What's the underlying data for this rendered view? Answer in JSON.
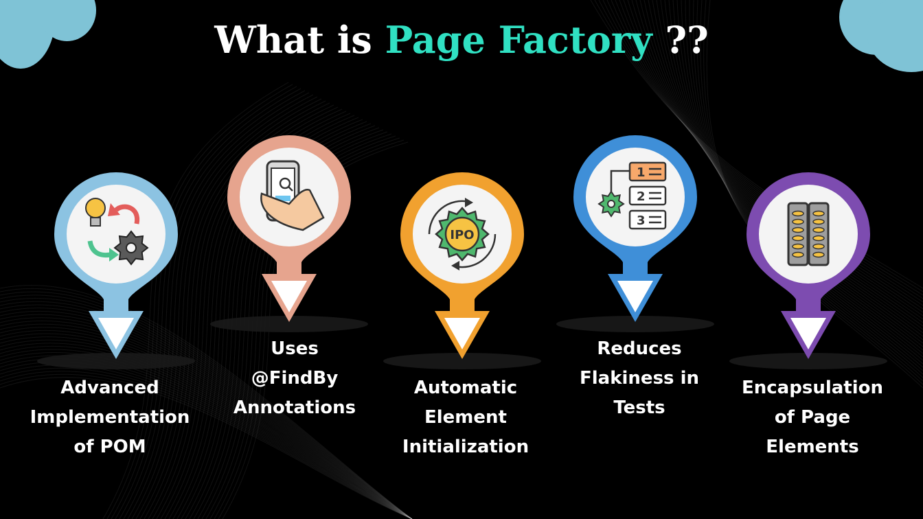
{
  "title": {
    "prefix": "What is ",
    "accent": "Page Factory",
    "suffix": " ??"
  },
  "colors": {
    "accent": "#30e0c2",
    "corner": "#7fc3d6",
    "background": "#000000"
  },
  "pins": [
    {
      "id": "pom",
      "icon": "bulb-gear-cycle-icon",
      "color": "#8cc3e2",
      "lines": [
        "Advanced",
        "Implementation",
        "of POM"
      ]
    },
    {
      "id": "findby",
      "icon": "phone-search-hand-icon",
      "color": "#e6a48e",
      "lines": [
        "Uses",
        "@FindBy",
        "Annotations"
      ]
    },
    {
      "id": "init",
      "icon": "ipo-gear-cycle-icon",
      "color": "#f1a12f",
      "lines": [
        "Automatic",
        "Element",
        "Initialization"
      ]
    },
    {
      "id": "flaky",
      "icon": "numbered-steps-gear-icon",
      "color": "#3f8fd8",
      "lines": [
        "Reduces",
        "Flakiness in",
        "Tests"
      ]
    },
    {
      "id": "encap",
      "icon": "server-rack-icon",
      "color": "#7d4cb0",
      "lines": [
        "Encapsulation",
        "of Page",
        "Elements"
      ]
    }
  ]
}
